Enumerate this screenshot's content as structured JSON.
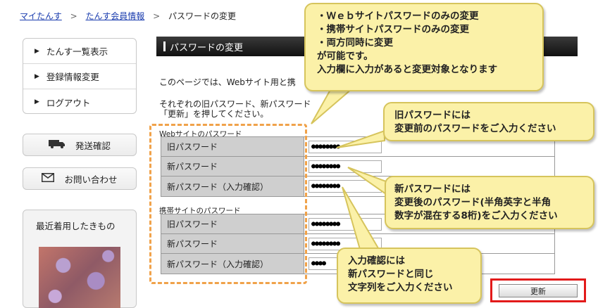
{
  "breadcrumb": {
    "home": "マイたんす",
    "sep1": ">",
    "member": "たんす会員情報",
    "sep2": ">",
    "current": "パスワードの変更"
  },
  "sidebar": {
    "menu": [
      {
        "label": "たんす一覧表示"
      },
      {
        "label": "登録情報変更"
      },
      {
        "label": "ログアウト"
      }
    ],
    "shipping_label": "発送確認",
    "contact_label": "お問い合わせ",
    "recent_title": "最近着用したきもの"
  },
  "main": {
    "title": "パスワードの変更",
    "intro": "このページでは、Webサイト用と携",
    "instruction_line1": "それぞれの旧パスワード、新パスワード",
    "instruction_line2": "「更新」を押してください。"
  },
  "web_section": {
    "label": "Webサイトのパスワード",
    "rows": [
      {
        "label": "旧パスワード",
        "value": "●●●●●●●●"
      },
      {
        "label": "新パスワード",
        "value": "●●●●●●●●"
      },
      {
        "label": "新パスワード（入力確認）",
        "value": "●●●●●●●●"
      }
    ]
  },
  "mobile_section": {
    "label": "携帯サイトのパスワード",
    "rows": [
      {
        "label": "旧パスワード",
        "value": "●●●●●●●●"
      },
      {
        "label": "新パスワード",
        "value": "●●●●●●●●"
      },
      {
        "label": "新パスワード（入力確認）",
        "value": "●●●●"
      }
    ]
  },
  "update_button": "更新",
  "callouts": {
    "top": {
      "lines": [
        "・Ｗｅｂサイトパスワードのみの変更",
        "・携帯サイトパスワードのみの変更",
        "・両方同時に変更",
        "が可能です。",
        "入力欄に入力があると変更対象となります"
      ]
    },
    "old_password": {
      "lines": [
        "旧パスワードには",
        "変更前のパスワードをご入力ください"
      ]
    },
    "new_password": {
      "lines": [
        "新パスワードには",
        "変更後のパスワード(半角英字と半角",
        "数字が混在する8桁)をご入力ください"
      ]
    },
    "confirm": {
      "lines": [
        "入力確認には",
        "新パスワードと同じ",
        "文字列をご入力ください"
      ]
    }
  },
  "colors": {
    "callout_bg": "#fbf1a8",
    "dashed_highlight": "#f0a24a",
    "update_highlight": "#e21a1a",
    "header_bg": "#1e1e1e",
    "link": "#1a3cae"
  }
}
